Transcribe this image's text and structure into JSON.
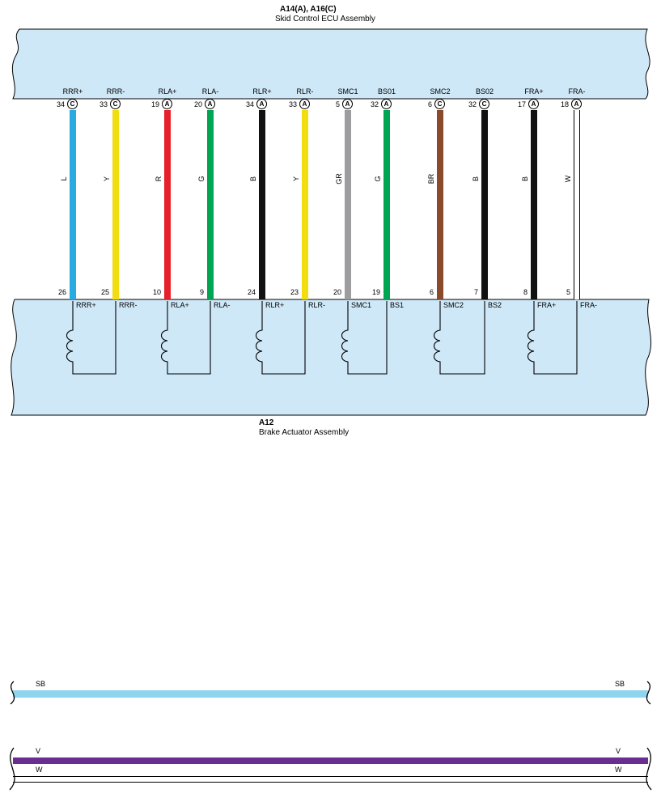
{
  "diagram": {
    "top_assembly": {
      "code": "A14(A), A16(C)",
      "name": "Skid Control ECU Assembly"
    },
    "bottom_assembly": {
      "code": "A12",
      "name": "Brake Actuator Assembly"
    },
    "band_color": "#cfe8f8"
  },
  "wires": [
    {
      "top_label": "RRR+",
      "top_pin": "34",
      "connector": "C",
      "color_code": "L",
      "color": "#29aae1",
      "bottom_pin": "26",
      "bottom_label": "RRR+"
    },
    {
      "top_label": "RRR-",
      "top_pin": "33",
      "connector": "C",
      "color_code": "Y",
      "color": "#f2de10",
      "bottom_pin": "25",
      "bottom_label": "RRR-"
    },
    {
      "top_label": "RLA+",
      "top_pin": "19",
      "connector": "A",
      "color_code": "R",
      "color": "#e62129",
      "bottom_pin": "10",
      "bottom_label": "RLA+"
    },
    {
      "top_label": "RLA-",
      "top_pin": "20",
      "connector": "A",
      "color_code": "G",
      "color": "#00a551",
      "bottom_pin": "9",
      "bottom_label": "RLA-"
    },
    {
      "top_label": "RLR+",
      "top_pin": "34",
      "connector": "A",
      "color_code": "B",
      "color": "#111111",
      "bottom_pin": "24",
      "bottom_label": "RLR+"
    },
    {
      "top_label": "RLR-",
      "top_pin": "33",
      "connector": "A",
      "color_code": "Y",
      "color": "#f2de10",
      "bottom_pin": "23",
      "bottom_label": "RLR-"
    },
    {
      "top_label": "SMC1",
      "top_pin": "5",
      "connector": "A",
      "color_code": "GR",
      "color": "#9d9d9f",
      "bottom_pin": "20",
      "bottom_label": "SMC1"
    },
    {
      "top_label": "BS01",
      "top_pin": "32",
      "connector": "A",
      "color_code": "G",
      "color": "#00a551",
      "bottom_pin": "19",
      "bottom_label": "BS1"
    },
    {
      "top_label": "SMC2",
      "top_pin": "6",
      "connector": "C",
      "color_code": "BR",
      "color": "#8b4a2a",
      "bottom_pin": "6",
      "bottom_label": "SMC2"
    },
    {
      "top_label": "BS02",
      "top_pin": "32",
      "connector": "C",
      "color_code": "B",
      "color": "#111111",
      "bottom_pin": "7",
      "bottom_label": "BS2"
    },
    {
      "top_label": "FRA+",
      "top_pin": "17",
      "connector": "A",
      "color_code": "B",
      "color": "#111111",
      "bottom_pin": "8",
      "bottom_label": "FRA+"
    },
    {
      "top_label": "FRA-",
      "top_pin": "18",
      "connector": "A",
      "color_code": "W",
      "color": "#ffffff",
      "bottom_pin": "5",
      "bottom_label": "FRA-"
    }
  ],
  "bottom_wires": {
    "sb": {
      "left_label": "SB",
      "right_label": "SB",
      "color": "#8ed4ee"
    },
    "v": {
      "left_label": "V",
      "right_label": "V",
      "color": "#6a2e91"
    },
    "w": {
      "left_label": "W",
      "right_label": "W",
      "color": "#ffffff"
    }
  }
}
